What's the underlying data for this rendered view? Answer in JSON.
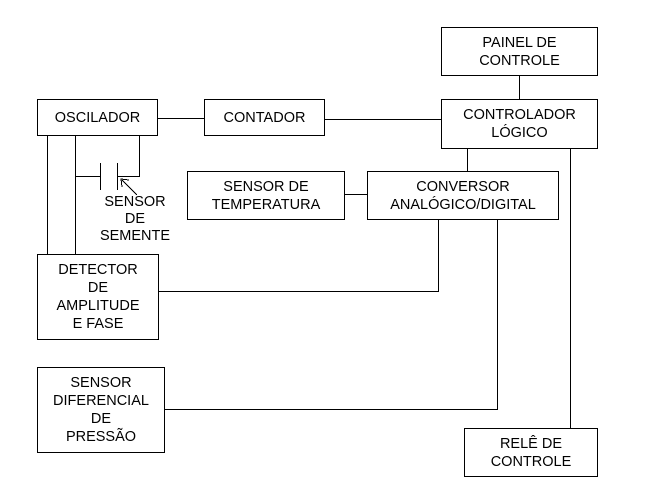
{
  "diagram": {
    "blocks": {
      "painel": "PAINEL DE\nCONTROLE",
      "oscilador": "OSCILADOR",
      "contador": "CONTADOR",
      "controlador": "CONTROLADOR\nLÓGICO",
      "sensor_temperatura": "SENSOR DE\nTEMPERATURA",
      "conversor": "CONVERSOR\nANALÓGICO/DIGITAL",
      "detector": "DETECTOR\nDE\nAMPLITUDE\nE  FASE",
      "sensor_pressao": "SENSOR\nDIFERENCIAL\nDE\nPRESSÃO",
      "rele": "RELÊ DE\nCONTROLE"
    },
    "sensor_semente_label": "SENSOR\nDE\nSEMENTE"
  }
}
